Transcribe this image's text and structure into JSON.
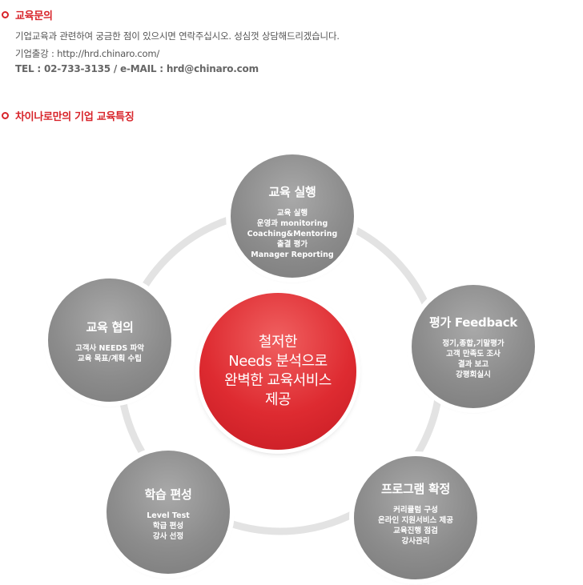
{
  "inquiry": {
    "title": "교육문의",
    "line1": "기업교육과 관련하여 궁금한 점이 있으시면 연락주십시오. 성심껏 상담해드리겠습니다.",
    "line2": "기업출강 : http://hrd.chinaro.com/",
    "line3": "TEL : 02-733-3135 / e-MAIL : hrd@chinaro.com"
  },
  "features": {
    "title": "차이나로만의 기업 교육특징"
  },
  "center": {
    "lines": [
      "철저한",
      "Needs 분석으로",
      "완벽한 교육서비스",
      "제공"
    ]
  },
  "nodes": [
    {
      "title": "교육 실행",
      "lines": [
        "교육 실행",
        "운영과 monitoring",
        "Coaching&Mentoring",
        "출결 평가",
        "Manager Reporting"
      ]
    },
    {
      "title": "평가 Feedback",
      "lines": [
        "정기,종합,기말평가",
        "고객 만족도 조사",
        "결과 보고",
        "강평회실시"
      ]
    },
    {
      "title": "프로그램 확정",
      "lines": [
        "커리큘럼 구성",
        "온라인 지원서비스 제공",
        "교육진행 점검",
        "강사관리"
      ]
    },
    {
      "title": "학습 편성",
      "lines": [
        "Level Test",
        "학급 편성",
        "강사 선정"
      ]
    },
    {
      "title": "교육 협의",
      "lines": [
        "고객사 NEEDS 파악",
        "교육 목표/계획 수립"
      ]
    }
  ],
  "colors": {
    "accent": "#d8242a",
    "node": "#8c8c8c",
    "ring": "#e3e3e3"
  }
}
